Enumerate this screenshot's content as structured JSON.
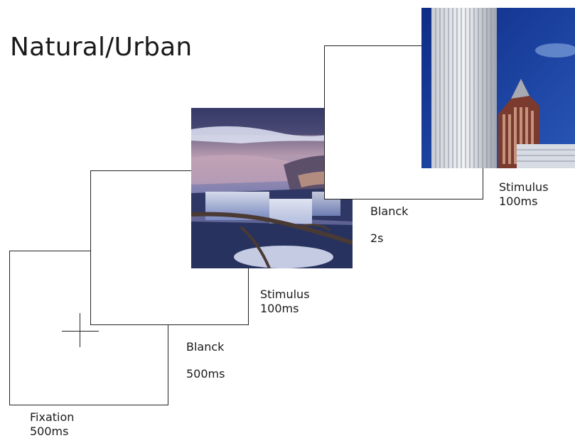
{
  "title": "Natural/Urban",
  "screens": [
    {
      "caption_line1": "Fixation",
      "caption_line2": "500ms"
    },
    {
      "caption_line1": "Blanck",
      "caption_line2": "500ms"
    },
    {
      "caption_line1": "Stimulus",
      "caption_line2": "100ms",
      "image": "waterfall-photo"
    },
    {
      "caption_line1": "Blanck",
      "caption_line2": "2s"
    },
    {
      "caption_line1": "Stimulus",
      "caption_line2": "100ms",
      "image": "skyscraper-photo"
    }
  ]
}
